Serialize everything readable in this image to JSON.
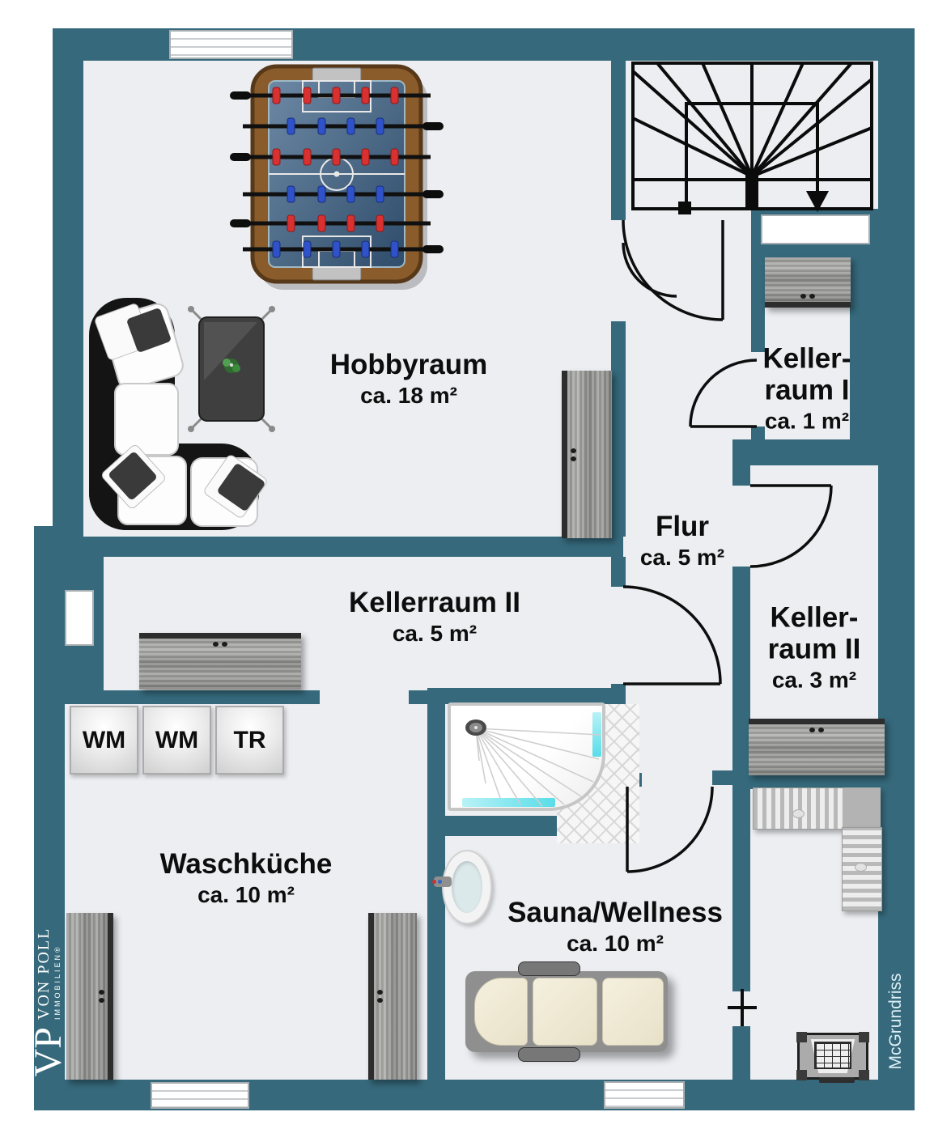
{
  "plan": {
    "credit": "McGrundriss",
    "brand": {
      "monogram": "VP",
      "name": "VON POLL",
      "division": "IMMOBILIEN®"
    }
  },
  "rooms": [
    {
      "name": "Hobbyraum",
      "area": "ca. 18 m²"
    },
    {
      "name": "Keller-\nraum I",
      "area": "ca. 1 m²"
    },
    {
      "name": "Flur",
      "area": "ca. 5 m²"
    },
    {
      "name": "Kellerraum II",
      "area": "ca. 5 m²"
    },
    {
      "name": "Keller-\nraum II",
      "area": "ca. 3 m²"
    },
    {
      "name": "Waschküche",
      "area": "ca. 10 m²"
    },
    {
      "name": "Sauna/Wellness",
      "area": "ca. 10 m²"
    }
  ],
  "appliances": [
    {
      "label": "WM"
    },
    {
      "label": "WM"
    },
    {
      "label": "TR"
    }
  ],
  "colors": {
    "wall": "#35697B",
    "floor": "#ECEEF2",
    "glass_accent": "#58DDE8",
    "foosball_red": "#D93030",
    "foosball_blue": "#2F52C8"
  }
}
